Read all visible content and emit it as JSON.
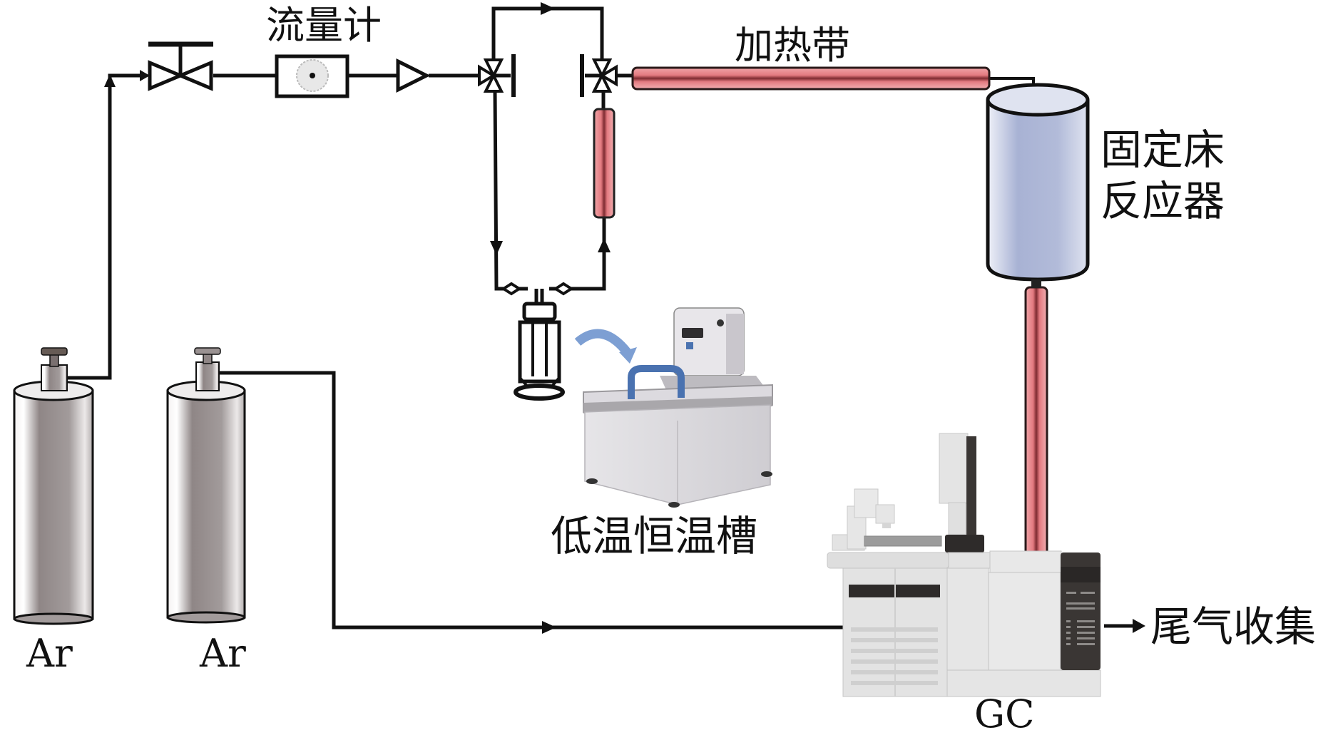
{
  "title": "Fixed-bed reactor experimental setup schematic",
  "labels": {
    "flow_meter": "流量计",
    "heating_band": "加热带",
    "reactor_line1": "固定床",
    "reactor_line2": "反应器",
    "cold_bath": "低温恒温槽",
    "gc": "GC",
    "exhaust": "尾气收集",
    "cylinder_1": "Ar",
    "cylinder_2": "Ar"
  },
  "components": [
    {
      "id": "cylinder_1",
      "name": "Ar gas cylinder 1"
    },
    {
      "id": "cylinder_2",
      "name": "Ar gas cylinder 2"
    },
    {
      "id": "gate_valve",
      "name": "Gate valve"
    },
    {
      "id": "flow_meter",
      "name": "Flow meter"
    },
    {
      "id": "check_valve",
      "name": "Check valve"
    },
    {
      "id": "three_way_valve_in",
      "name": "Three-way valve (inlet)"
    },
    {
      "id": "three_way_valve_out",
      "name": "Three-way valve (outlet)"
    },
    {
      "id": "bubbler",
      "name": "Saturator / bubbler"
    },
    {
      "id": "cold_bath",
      "name": "Low-temperature constant-temperature bath"
    },
    {
      "id": "heating_band",
      "name": "Heating band"
    },
    {
      "id": "reactor",
      "name": "Fixed-bed reactor"
    },
    {
      "id": "gc",
      "name": "Gas chromatograph"
    },
    {
      "id": "exhaust",
      "name": "Exhaust collection"
    }
  ],
  "colors": {
    "line": "#111111",
    "heat_pipe": "#e88a8f",
    "heat_pipe_dark": "#8a2f35",
    "reactor_fill": "#aab4d6",
    "cylinder_fill": "#8f8888",
    "arrow_blue": "#7d9fd3",
    "handle_blue": "#4a72b0",
    "gc_light": "#e4e4e4",
    "gc_dark": "#3a3634"
  }
}
